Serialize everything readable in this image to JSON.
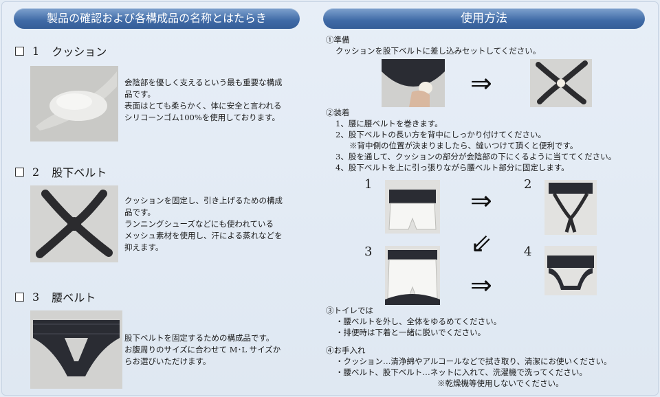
{
  "left": {
    "header": "製品の確認および各構成品の名称とはたらき",
    "sections": [
      {
        "num": "1",
        "title": "クッション",
        "desc": [
          "会陰部を優しく支えるという最も重要な構成",
          "品です。",
          "表面はとても柔らかく、体に安全と言われる",
          "シリコーンゴム100%を使用しております。"
        ]
      },
      {
        "num": "2",
        "title": "股下ベルト",
        "desc": [
          "クッションを固定し、引き上げるための構成",
          "品です。",
          "ランニングシューズなどにも使われている",
          "メッシュ素材を使用し、汗による蒸れなどを",
          "抑えます。"
        ]
      },
      {
        "num": "3",
        "title": "腰ベルト",
        "desc": [
          "股下ベルトを固定するための構成品です。",
          "お腹周りのサイズに合わせて M･L サイズか",
          "らお選びいただけます。"
        ]
      }
    ]
  },
  "right": {
    "header": "使用方法",
    "prep": {
      "title": "①準備",
      "line": "クッションを股下ベルトに差し込みセットしてください。"
    },
    "wear": {
      "title": "②装着",
      "lines": [
        "1、腰に腰ベルトを巻きます。",
        "2、股下ベルトの長い方を背中にしっかり付けてください。",
        "※背中側の位置が決まりましたら、縫いつけて頂くと便利です。",
        "3、股を通して、クッションの部分が会陰部の下にくるように当ててください。",
        "4、股下ベルトを上に引っ張りながら腰ベルト部分に固定します。"
      ],
      "step_numbers": [
        "1",
        "2",
        "3",
        "4"
      ]
    },
    "toilet": {
      "title": "③トイレでは",
      "lines": [
        "・腰ベルトを外し、全体をゆるめてください。",
        "・排便時は下着と一緒に脱いでください。"
      ]
    },
    "care": {
      "title": "④お手入れ",
      "lines": [
        "・クッション…清浄綿やアルコールなどで拭き取り、清潔にお使いください。",
        "・腰ベルト、股下ベルト…ネットに入れて、洗濯機で洗ってください。",
        "※乾燥機等使用しないでください。"
      ]
    },
    "arrows": {
      "right": "⇒",
      "diag": "⇙"
    }
  }
}
